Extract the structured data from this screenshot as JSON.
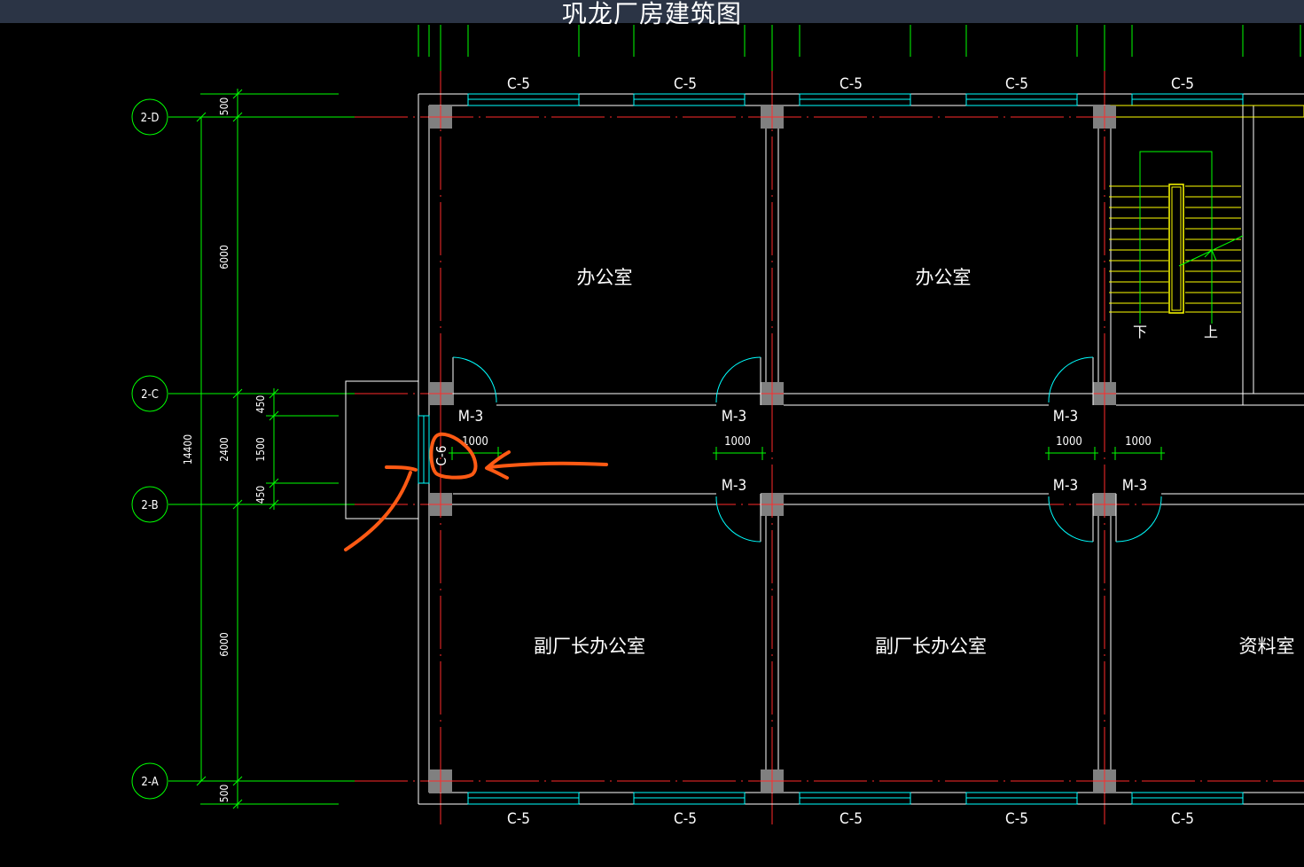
{
  "window": {
    "title": "巩龙厂房建筑图"
  },
  "colors": {
    "axis": "#ff2a2a",
    "wall": "#ffffff",
    "dimension": "#00ff00",
    "window": "#00ffff",
    "column": "#808080",
    "stair": "#ffff00",
    "annotation": "#ff5a14"
  },
  "axes": [
    "2-D",
    "2-C",
    "2-B",
    "2-A"
  ],
  "dimensions": {
    "overall": "14400",
    "segments": [
      "500",
      "6000",
      "2400",
      "6000",
      "500"
    ],
    "corridor": [
      "450",
      "1500",
      "450"
    ],
    "door_widths": [
      "1000",
      "1000",
      "1000",
      "1000"
    ]
  },
  "windows": {
    "top": [
      "C-5",
      "C-5",
      "C-5",
      "C-5",
      "C-5"
    ],
    "bottom": [
      "C-5",
      "C-5",
      "C-5",
      "C-5",
      "C-5"
    ],
    "side": "C-6"
  },
  "doors": {
    "upper": [
      "M-3",
      "M-3",
      "M-3"
    ],
    "lower": [
      "M-3",
      "M-3",
      "M-3"
    ]
  },
  "rooms": {
    "office_1": "办公室",
    "office_2": "办公室",
    "deputy_office_1": "副厂长办公室",
    "deputy_office_2": "副厂长办公室",
    "archive": "资料室"
  },
  "stair": {
    "down": "下",
    "up": "上"
  },
  "icons": [
    "axis-bubble",
    "column-marker",
    "door-swing",
    "annotation-circle",
    "annotation-arrow"
  ]
}
